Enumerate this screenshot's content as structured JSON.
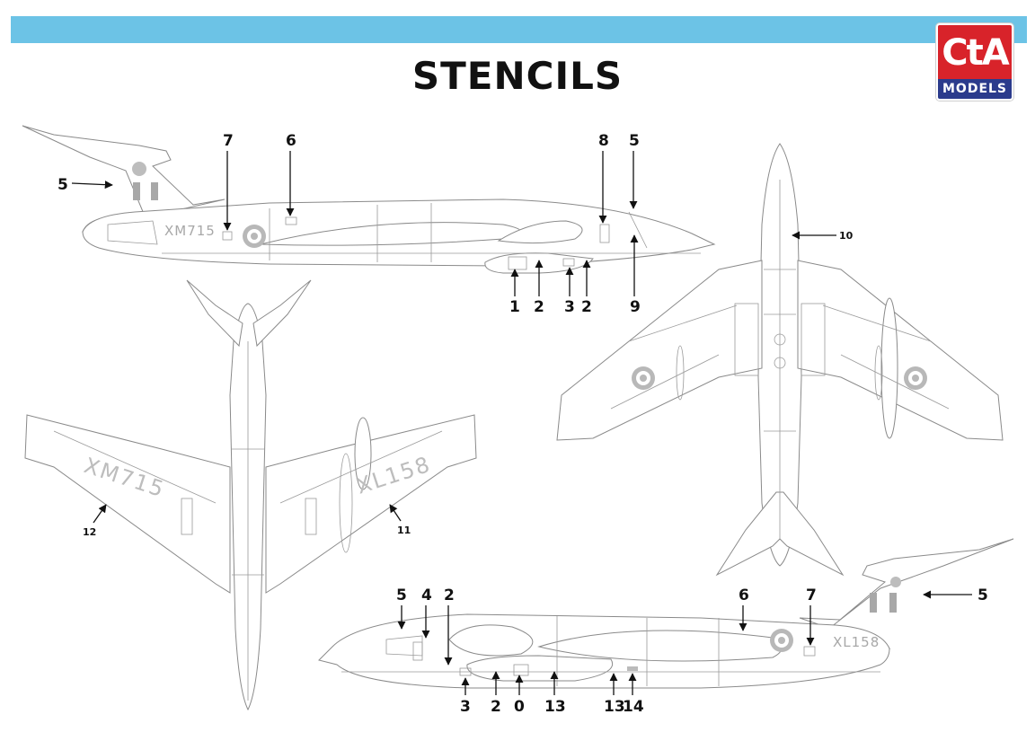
{
  "header": {
    "title": "STENCILS",
    "band_color": "#6cc3e6"
  },
  "logo": {
    "main": "CtA",
    "sub": "MODELS",
    "top_color": "#d8232a",
    "bottom_color": "#2b3b8c"
  },
  "serials": {
    "xm": "XM715",
    "xl": "XL158"
  },
  "callouts": {
    "side_top": [
      "5",
      "7",
      "6",
      "8",
      "5",
      "1",
      "2",
      "3",
      "2",
      "9"
    ],
    "plan_top": [
      "10"
    ],
    "plan_under": [
      "12",
      "11"
    ],
    "side_bottom": [
      "5",
      "4",
      "2",
      "6",
      "7",
      "5",
      "3",
      "2",
      "0",
      "13",
      "13",
      "14"
    ]
  }
}
